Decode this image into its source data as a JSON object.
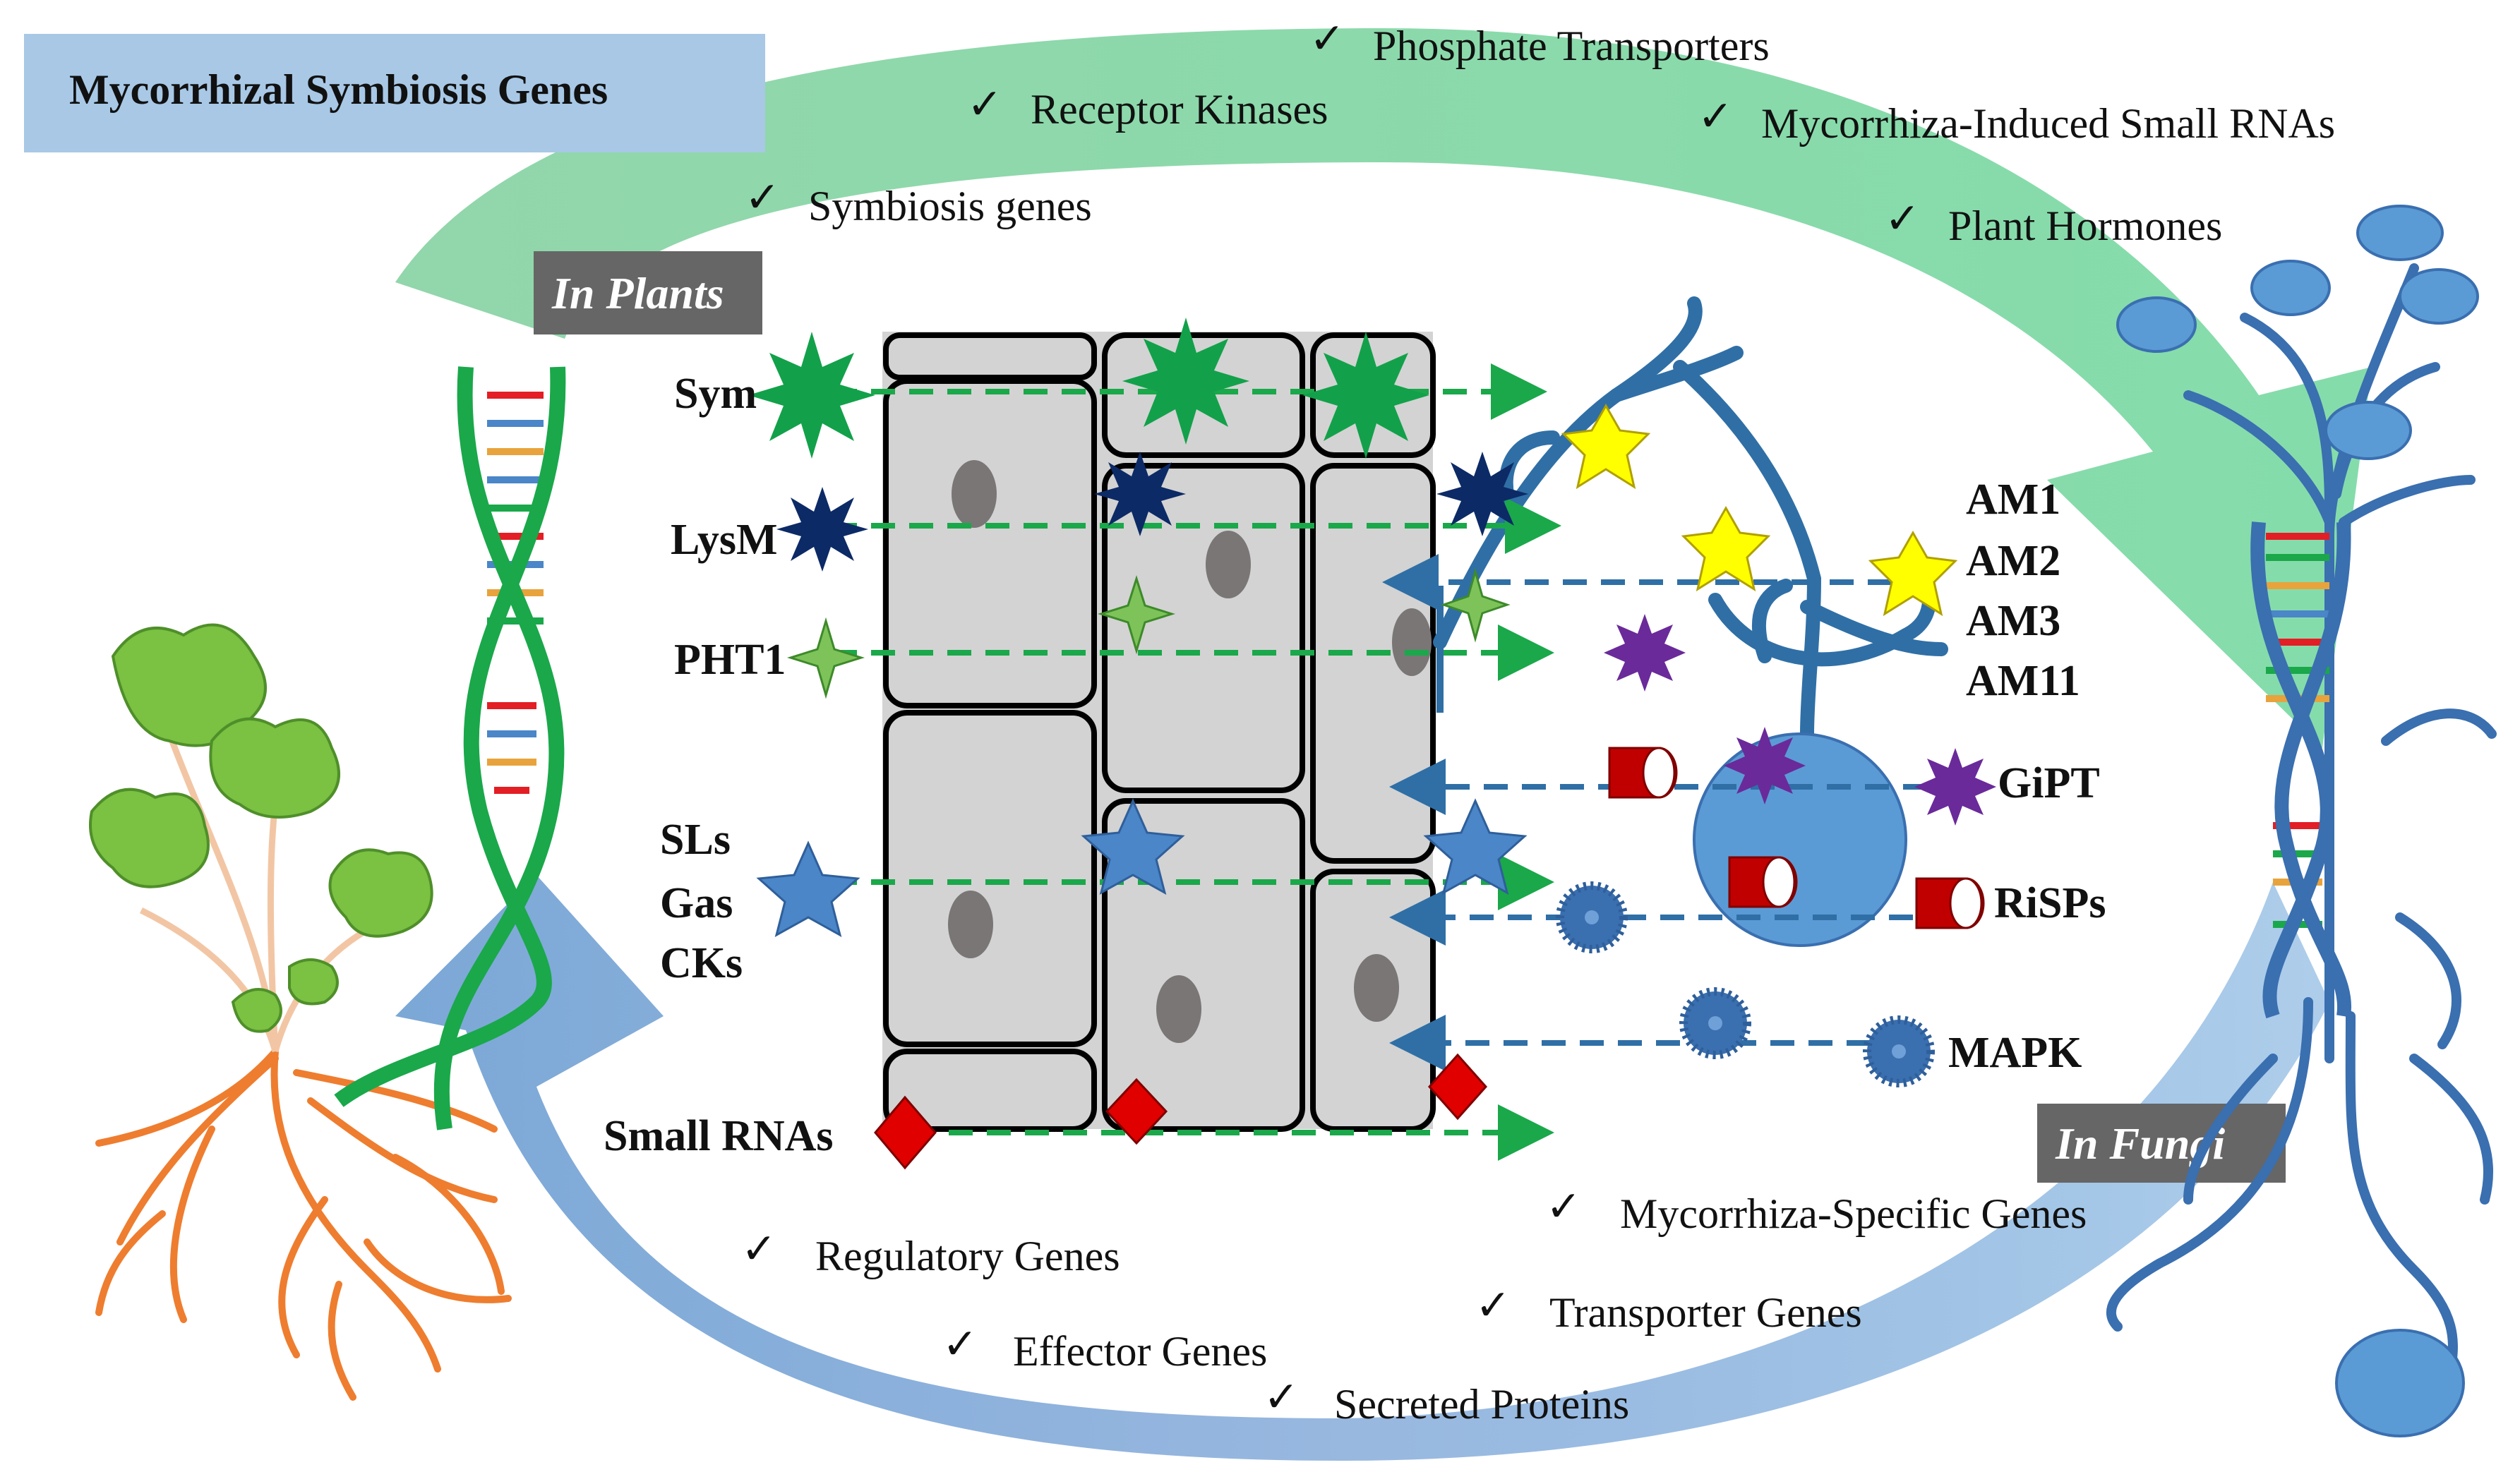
{
  "title": "Mycorrhizal Symbiosis Genes",
  "panels": {
    "plants": "In Plants",
    "fungi": "In Fungi"
  },
  "checkmark": "✓",
  "top_items": [
    "Phosphate  Transporters",
    "Receptor Kinases",
    "Mycorrhiza-Induced Small RNAs",
    "Symbiosis genes",
    "Plant Hormones"
  ],
  "bottom_items": [
    "Mycorrhiza-Specific Genes",
    "Regulatory Genes",
    "Transporter Genes",
    "Effector Genes",
    "Secreted Proteins"
  ],
  "plant_signals": [
    "Sym",
    "LysM",
    "PHT1",
    "SLs",
    "Gas",
    "CKs",
    "Small RNAs"
  ],
  "fungal_signals": [
    "AM1",
    "AM2",
    "AM3",
    "AM11",
    "GiPT",
    "RiSPs",
    "MAPK"
  ],
  "colors": {
    "green_arrow": "#3dbf7a",
    "blue_arrow": "#6f9bcf",
    "title_box": "#a8c8e6",
    "label_box": "#666666",
    "plant_dna": "#1aa84a",
    "fungal_blue": "#3a6fb0",
    "hypha": "#2f6fa6",
    "cell_fill": "#d3d3d3",
    "green_star": "#12a14a",
    "navy_star": "#0c2a66",
    "yellow_star": "#ffff00",
    "purple": "#6a2a9a",
    "red": "#e00000",
    "blue_star": "#4a86c8",
    "arrow_green": "#1aa84a",
    "arrow_blue": "#2f6fa6"
  }
}
